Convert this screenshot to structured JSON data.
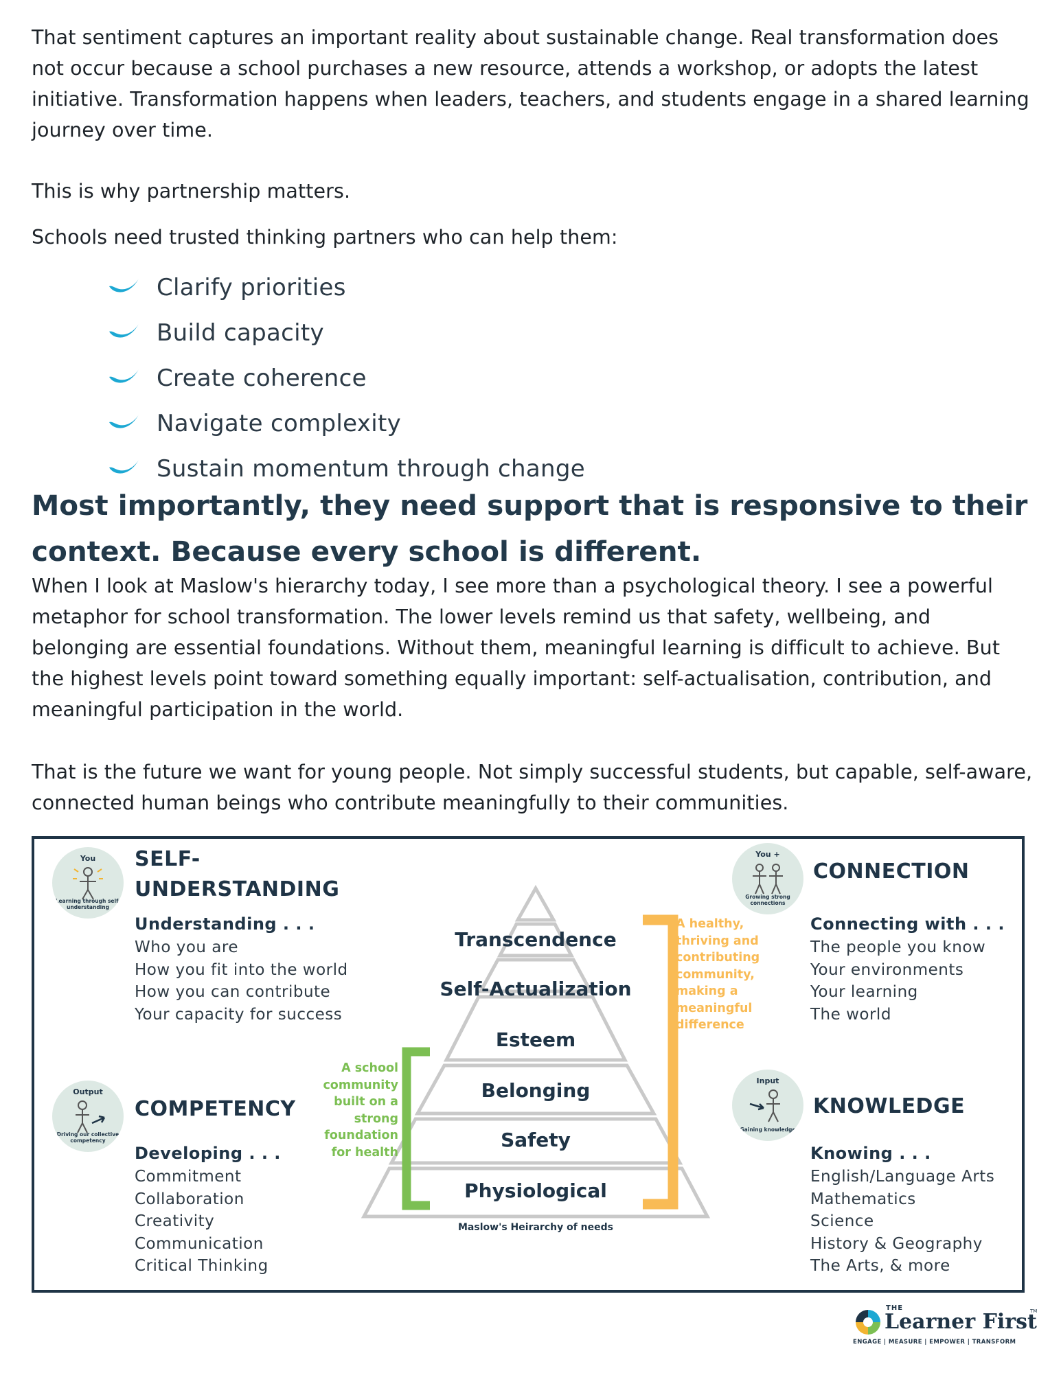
{
  "intro": {
    "paragraph1": "That sentiment captures an important reality about sustainable change. Real transformation does not occur because a school purchases a new resource, attends a workshop, or adopts the latest initiative. Transformation happens when leaders, teachers, and students engage in a shared learning journey over time.",
    "paragraph2": "This is why partnership matters.",
    "paragraph3": "Schools need trusted thinking partners who can help them:"
  },
  "bullets": [
    {
      "label": "Clarify priorities"
    },
    {
      "label": "Build capacity"
    },
    {
      "label": "Create coherence"
    },
    {
      "label": "Navigate complexity"
    },
    {
      "label": "Sustain momentum through change"
    }
  ],
  "headline": "Most importantly, they need support that is responsive to their context. Because every school is different.",
  "body": {
    "paragraph1": "When I look at Maslow's hierarchy today, I see more than a psychological theory. I see a powerful metaphor for school transformation. The lower levels remind us that safety, wellbeing, and belonging are essential foundations. Without them, meaningful learning is difficult to achieve. But the highest levels point toward something equally important: self-actualisation, contribution, and meaningful participation in the world.",
    "paragraph2": "That is the future we want for young people. Not simply successful students, but capable, self-aware, connected human beings who contribute meaningfully to their communities."
  },
  "diagram": {
    "colors": {
      "border": "#1f3446",
      "green": "#7cbf53",
      "orange": "#f9bb55",
      "pyramid": "#c9c9c9",
      "circle": "#dde9e4",
      "bullet": "#1ca8d3"
    },
    "self_understanding": {
      "badge_top": "You",
      "badge_bottom": "Learning through self-understanding",
      "title_line1": "SELF-",
      "title_line2": "UNDERSTANDING",
      "subtitle": "Understanding . . .",
      "items": [
        "Who you are",
        "How you fit into the world",
        "How you can contribute",
        "Your capacity for success"
      ]
    },
    "connection": {
      "badge_top": "You +",
      "badge_bottom": "Growing strong connections",
      "title": "CONNECTION",
      "subtitle": "Connecting with . . .",
      "items": [
        "The people you know",
        "Your environments",
        "Your learning",
        "The world"
      ]
    },
    "competency": {
      "badge_top": "Output",
      "badge_bottom": "Driving our collective competency",
      "title": "COMPETENCY",
      "subtitle": "Developing . . .",
      "items": [
        "Commitment",
        "Collaboration",
        "Creativity",
        "Communication",
        "Critical Thinking"
      ]
    },
    "knowledge": {
      "badge_top": "Input",
      "badge_bottom": "Gaining knowledge",
      "title": "KNOWLEDGE",
      "subtitle": "Knowing . . .",
      "items": [
        "English/Language Arts",
        "Mathematics",
        "Science",
        "History & Geography",
        "The Arts, & more"
      ]
    },
    "pyramid_levels": [
      "Transcendence",
      "Self-Actualization",
      "Esteem",
      "Belonging",
      "Safety",
      "Physiological"
    ],
    "pyramid_caption": "Maslow's Heirarchy of needs",
    "left_bracket_text": [
      "A school",
      "community",
      "built on a",
      "strong",
      "foundation",
      "for health"
    ],
    "right_bracket_text": [
      "A healthy,",
      "thriving and",
      "contributing",
      "community,",
      "making a",
      "meaningful",
      "difference"
    ]
  },
  "logo": {
    "the": "THE",
    "name": "Learner First",
    "tm": "TM",
    "tagline": "ENGAGE | MEASURE | EMPOWER | TRANSFORM"
  }
}
